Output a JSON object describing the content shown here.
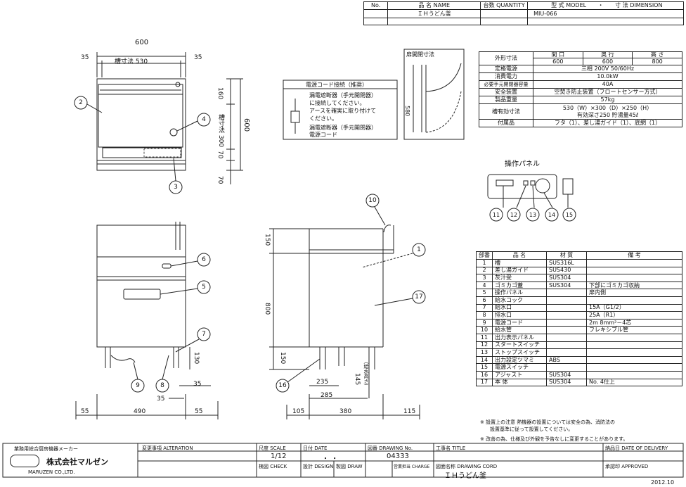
{
  "header": {
    "col_no": "No.",
    "col_name": "品 名 NAME",
    "col_qty": "台数 QUANTITY",
    "col_model": "型 式 MODEL",
    "col_dim": "寸 法 DIMENSION",
    "sep": "・",
    "name": "ＩＨうどん釜",
    "model": "MIU-066"
  },
  "spec": {
    "size_label": "外形寸法",
    "cols": [
      "間 口",
      "奥 行",
      "高 さ"
    ],
    "vals": [
      "600",
      "600",
      "800"
    ],
    "rows": [
      {
        "k": "定格電源",
        "v": "三相 200V 50/60Hz"
      },
      {
        "k": "消費電力",
        "v": "10.0kW"
      },
      {
        "k": "必要手元開閉器容量",
        "v": "40A"
      },
      {
        "k": "安全装置",
        "v": "空焚き防止装置（フロートセンサー方式）"
      },
      {
        "k": "製品重量",
        "v": "57kg"
      },
      {
        "k": "槽有効寸法",
        "v": "530（W）×300（D）×250（H）",
        "v2": "有効深さ250  貯湯量45ℓ"
      },
      {
        "k": "付属品",
        "v": "フタ（1）、差し湯ガイド（1）、底網（1）"
      }
    ]
  },
  "door": {
    "title": "扉開閉寸法",
    "dim": "580"
  },
  "cord": {
    "title": "電源コード接続（推奨）",
    "lines": [
      "漏電遮断器（手元開閉器）",
      "に接続してください。",
      "アースを確実に取り付けて",
      "ください。"
    ],
    "label_breaker": "漏電遮断器（手元開閉器）",
    "label_cord": "電源コード"
  },
  "panel": {
    "title": "操作パネル",
    "nums": [
      "11",
      "12",
      "13",
      "14",
      "15"
    ]
  },
  "parts": {
    "headers": [
      "部番",
      "品 名",
      "材 質",
      "備 考"
    ],
    "rows": [
      [
        "1",
        "槽",
        "SUS316L",
        ""
      ],
      [
        "2",
        "差し湯ガイド",
        "SUS430",
        ""
      ],
      [
        "3",
        "灰汁受",
        "SUS304",
        ""
      ],
      [
        "4",
        "ゴミカゴ蓋",
        "SUS304",
        "下部にゴミカゴ収納"
      ],
      [
        "5",
        "操作パネル",
        "",
        "扉内側"
      ],
      [
        "6",
        "給水コック",
        "",
        ""
      ],
      [
        "7",
        "給水口",
        "",
        "15A（G1/2）"
      ],
      [
        "8",
        "排水口",
        "",
        "25A（R1）"
      ],
      [
        "9",
        "電源コード",
        "",
        "2m 8mm²－4芯"
      ],
      [
        "10",
        "給水管",
        "",
        "フレキシブル管"
      ],
      [
        "11",
        "出力表示パネル",
        "",
        ""
      ],
      [
        "12",
        "スタートスイッチ",
        "",
        ""
      ],
      [
        "13",
        "ストップスイッチ",
        "",
        ""
      ],
      [
        "14",
        "出力設定ツマミ",
        "ABS",
        ""
      ],
      [
        "15",
        "電源スイッチ",
        "",
        ""
      ],
      [
        "16",
        "アジャスト",
        "SUS304",
        ""
      ],
      [
        "17",
        "本 体",
        "SUS304",
        "No. 4仕上"
      ]
    ]
  },
  "notes": [
    "※ 設置上の注意  熱機器の設置については安全の為、消防法の",
    "設置基準に従って設置してください。",
    "※ 改善の為、仕様及び外観を予告なしに変更することがあります。"
  ],
  "front_dims": {
    "total": "600",
    "left": "35",
    "inner": "槽寸法 530",
    "right": "35",
    "h1": "160",
    "h2": "槽寸法 300",
    "h3": "70",
    "h4": "70",
    "htotal": "600"
  },
  "front_callouts": [
    "2",
    "4",
    "3"
  ],
  "elev_callouts": [
    "6",
    "5",
    "7",
    "9",
    "8"
  ],
  "elev_dims": {
    "d130": "130",
    "d35a": "35",
    "d35b": "35",
    "b55a": "55",
    "b490": "490",
    "b55b": "55"
  },
  "side_callouts": [
    "10",
    "1",
    "17",
    "16"
  ],
  "side_dims": {
    "h150": "150",
    "h800": "800",
    "h150b": "150",
    "d235": "235",
    "d285": "285",
    "d145": "145",
    "dnote": "（給水高さ）",
    "b105": "105",
    "b380": "380",
    "b115": "115"
  },
  "title_block": {
    "company_cat": "業務用総合厨房機器メーカー",
    "company": "株式会社マルゼン",
    "company_en": "MARUZEN CO.,LTD.",
    "alteration": "変更事項 ALTERATION",
    "scale_label": "尺度 SCALE",
    "scale": "1/12",
    "date_label": "日付 DATE",
    "date_val": "・  ・",
    "drawing_no_label": "図番 DRAWING No.",
    "drawing_no": "04333",
    "title_label": "工事名 TITLE",
    "delivery_label": "納品日 DATE OF DELIVERY",
    "check_label": "検図 CHECK",
    "design_label": "設計 DESIGN",
    "draw_label": "製図 DRAW",
    "charge_label": "営業担当 CHARGE",
    "cord_label": "図面名称 DRAWING CORD",
    "cord_val": "ＩＨうどん釜",
    "approved_label": "承認印 APPROVED",
    "footer_date": "2012.10"
  }
}
